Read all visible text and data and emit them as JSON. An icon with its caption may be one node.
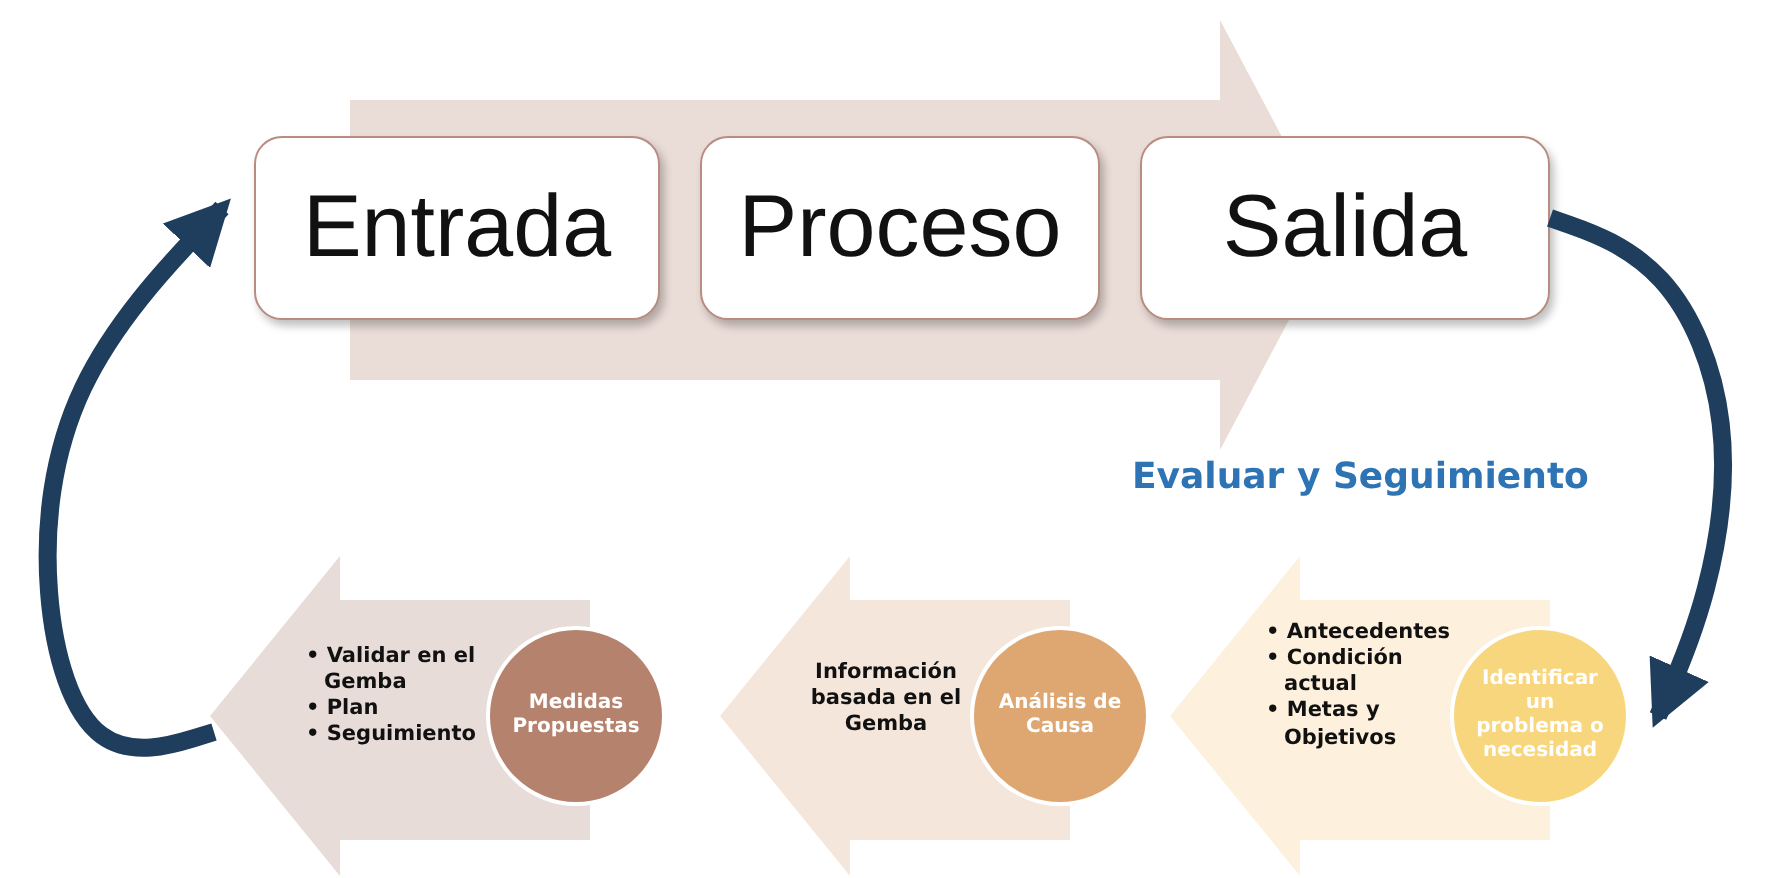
{
  "diagram": {
    "nodes": [
      {
        "text": [],
        "shape": "arrow"
      },
      {
        "text": [
          "Entrada"
        ]
      },
      {
        "text": [
          "Proceso"
        ],
        "in": 0
      },
      {
        "text": [
          "Salida"
        ]
      },
      {
        "text": [
          "• Validar en el Gemba",
          "• Plan",
          "• Seguimiento"
        ]
      },
      {
        "text": [
          "Medidas Propuestas"
        ]
      },
      {
        "text": [
          "Información basada en el Gemba"
        ]
      },
      {
        "text": [
          "Análisis de Causa"
        ]
      },
      {
        "text": [
          "• Antecedentes",
          "• Condición actual",
          "• Metas y Objetivos"
        ]
      },
      {
        "text": [
          "Identificar un problema o necesidad"
        ]
      }
    ],
    "edges": [
      {
        "from": 3,
        "to": 9,
        "arrow": "to",
        "label": "Evaluar y Seguimiento"
      },
      {
        "from": 4,
        "to": 1,
        "arrow": "to"
      }
    ]
  }
}
